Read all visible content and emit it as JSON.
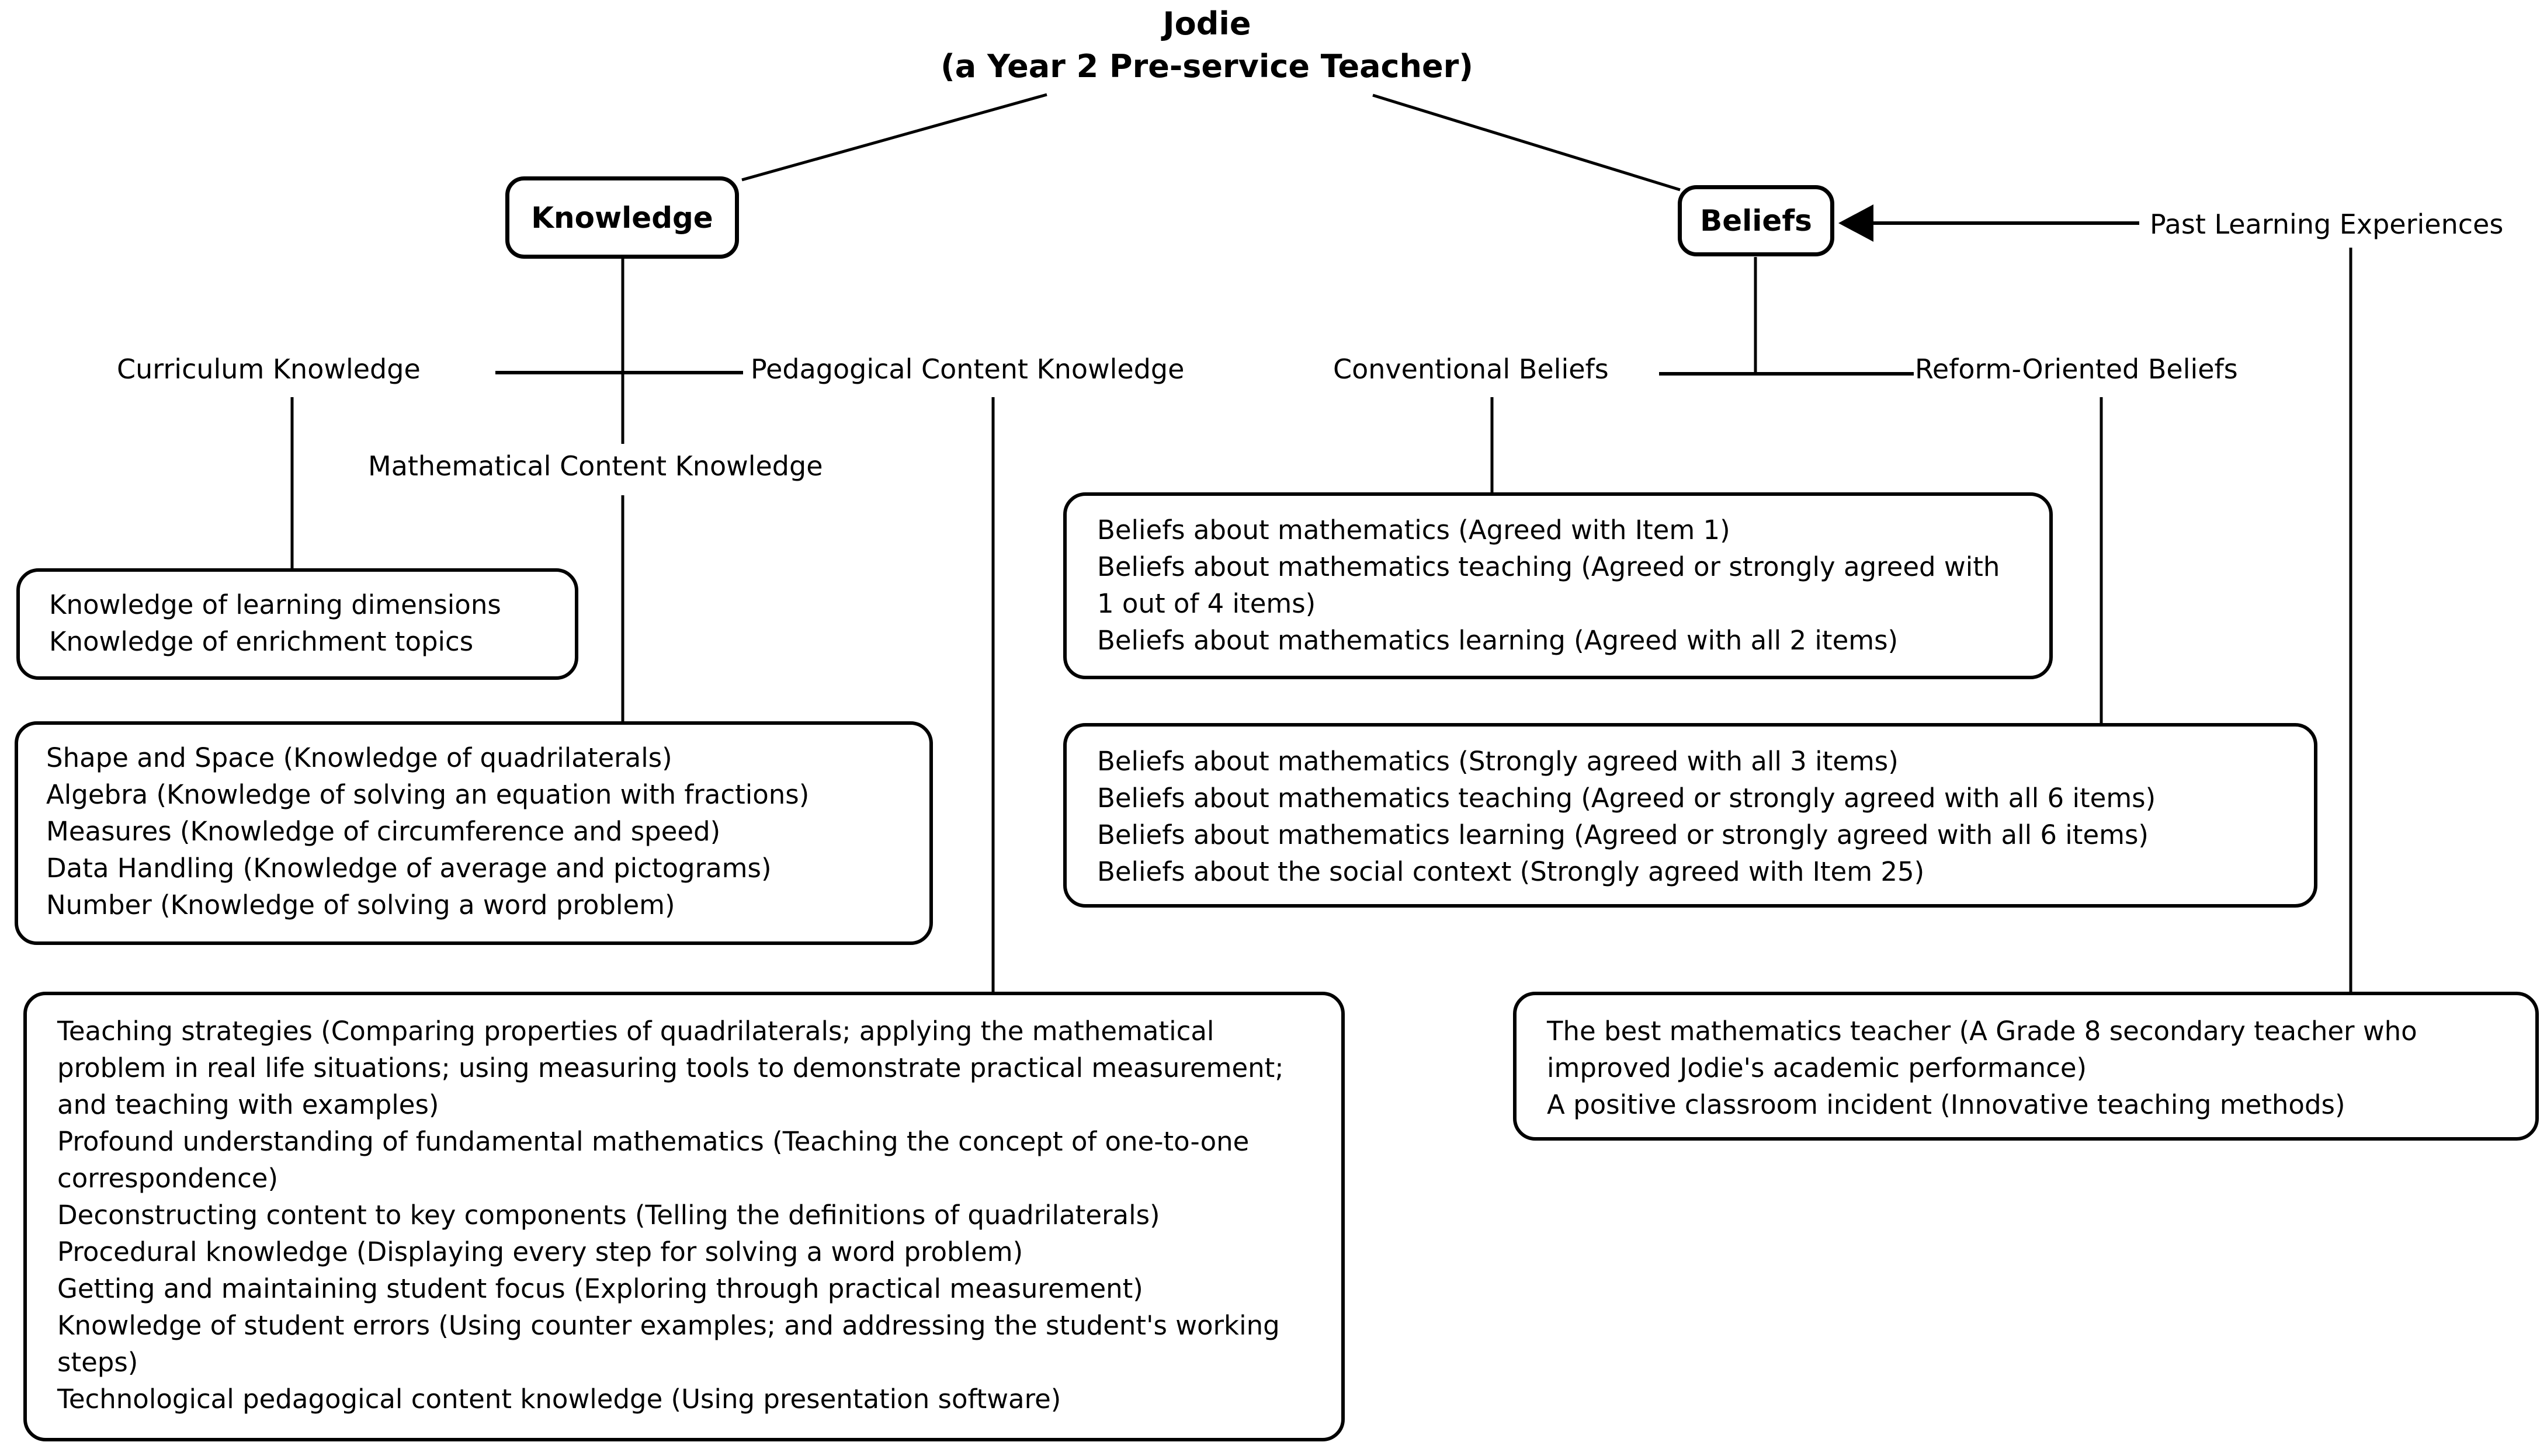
{
  "diagram": {
    "title": {
      "line1": "Jodie",
      "line2": "(a Year 2 Pre-service Teacher)"
    },
    "nodes": {
      "knowledge": {
        "label": "Knowledge"
      },
      "beliefs": {
        "label": "Beliefs"
      },
      "past_learning_experiences": {
        "label": "Past Learning Experiences"
      },
      "curriculum_knowledge": {
        "label": "Curriculum Knowledge"
      },
      "pedagogical_content_knowledge": {
        "label": "Pedagogical Content Knowledge"
      },
      "mathematical_content_knowledge": {
        "label": "Mathematical Content Knowledge"
      },
      "conventional_beliefs": {
        "label": "Conventional Beliefs"
      },
      "reform_oriented_beliefs": {
        "label": "Reform-Oriented Beliefs"
      }
    },
    "detail_boxes": {
      "curriculum_knowledge_items": {
        "items": [
          "Knowledge of learning dimensions",
          "Knowledge of enrichment topics"
        ]
      },
      "mathematical_content_knowledge_items": {
        "items": [
          "Shape and Space (Knowledge of quadrilaterals)",
          "Algebra (Knowledge of solving an equation with fractions)",
          "Measures (Knowledge of circumference and speed)",
          "Data Handling (Knowledge of average and pictograms)",
          "Number (Knowledge of solving a word problem)"
        ]
      },
      "conventional_beliefs_items": {
        "items": [
          "Beliefs about mathematics (Agreed with Item 1)",
          "Beliefs about mathematics teaching (Agreed or strongly agreed with 1 out of 4 items)",
          "Beliefs about mathematics learning (Agreed with all 2 items)"
        ]
      },
      "reform_oriented_beliefs_items": {
        "items": [
          "Beliefs about mathematics (Strongly agreed with all 3 items)",
          "Beliefs about mathematics teaching (Agreed or strongly agreed with all 6 items)",
          "Beliefs about mathematics learning (Agreed or strongly agreed with all 6 items)",
          "Beliefs about the social context (Strongly agreed with Item 25)"
        ]
      },
      "pedagogical_content_knowledge_items": {
        "items": [
          "Teaching strategies (Comparing properties of quadrilaterals; applying the mathematical problem in real life situations; using measuring tools to demonstrate practical measurement; and teaching with examples)",
          "Profound understanding of fundamental mathematics (Teaching the concept of one-to-one correspondence)",
          "Deconstructing content to key components (Telling the definitions of quadrilaterals)",
          "Procedural knowledge (Displaying every step for solving a word problem)",
          "Getting and maintaining student focus (Exploring through practical measurement)",
          "Knowledge of student errors (Using counter examples; and addressing the student's working steps)",
          "Technological pedagogical content knowledge (Using presentation software)"
        ]
      },
      "past_learning_experiences_items": {
        "items": [
          "The best mathematics teacher (A Grade 8 secondary teacher who improved Jodie's academic performance)",
          "A positive classroom incident (Innovative teaching methods)"
        ]
      }
    },
    "colors": {
      "line": "#000000",
      "background": "#ffffff",
      "text": "#000000"
    }
  }
}
